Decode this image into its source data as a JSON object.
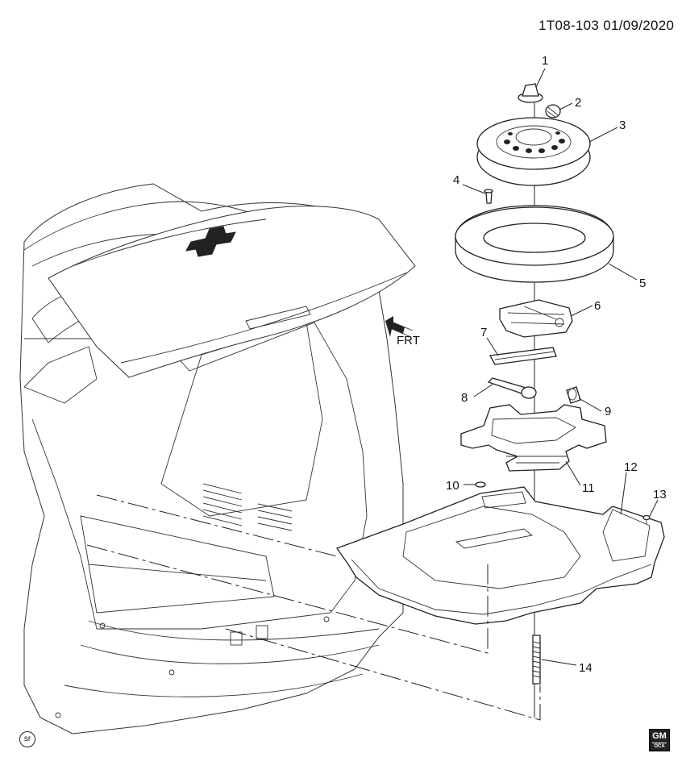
{
  "header": {
    "ref_code": "1T08-103  01/09/2020"
  },
  "callouts": [
    "1",
    "2",
    "3",
    "4",
    "5",
    "6",
    "7",
    "8",
    "9",
    "10",
    "11",
    "12",
    "13",
    "14"
  ],
  "front_arrow": {
    "label": "FRT"
  },
  "corner_badges": {
    "left": "sr",
    "right_top": "GM",
    "right_sub": "OCA"
  }
}
